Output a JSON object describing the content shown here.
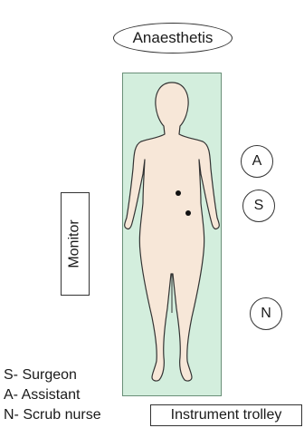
{
  "anaesthetist": {
    "label": "Anaesthetis"
  },
  "roles": {
    "assistant": "A",
    "surgeon": "S",
    "nurse": "N"
  },
  "monitor": {
    "label": "Monitor"
  },
  "legend": [
    "S- Surgeon",
    "A- Assistant",
    "N- Scrub nurse"
  ],
  "trolley": {
    "label": "Instrument trolley"
  },
  "colors": {
    "table": "#d3eedd",
    "skin": "#f7e7d8",
    "outline": "#333333"
  }
}
